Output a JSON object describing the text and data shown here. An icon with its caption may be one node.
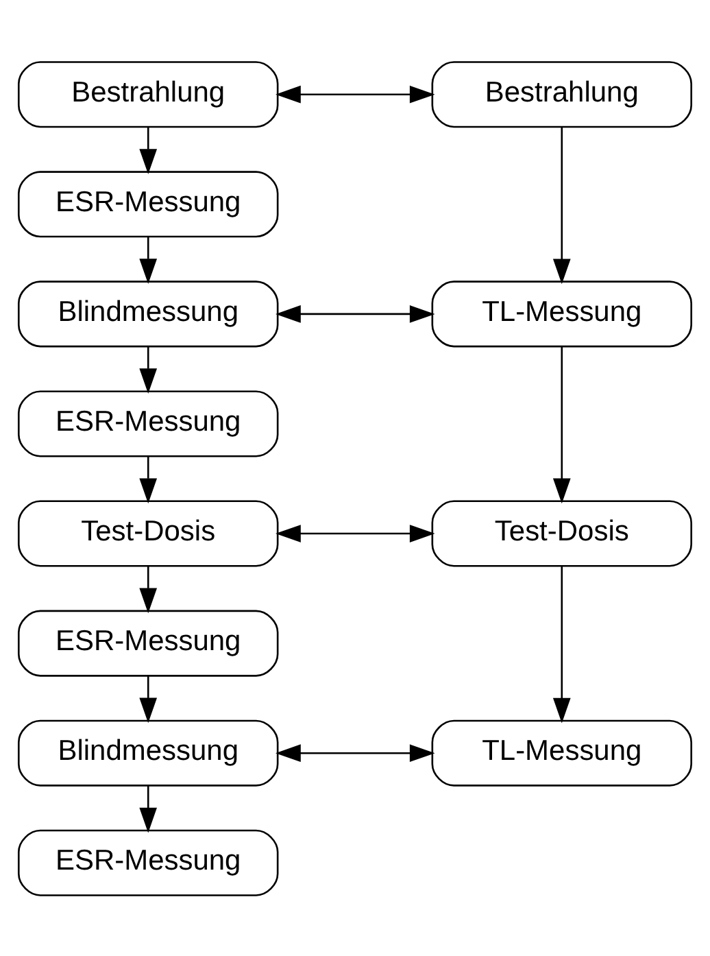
{
  "diagram": {
    "nodes": [
      {
        "text": [
          "Bestrahlung"
        ]
      },
      {
        "text": [
          "ESR-Messung"
        ]
      },
      {
        "text": [
          "Blindmessung"
        ]
      },
      {
        "text": [
          "ESR-Messung"
        ]
      },
      {
        "text": [
          "Test-Dosis"
        ]
      },
      {
        "text": [
          "ESR-Messung"
        ]
      },
      {
        "text": [
          "Blindmessung"
        ]
      },
      {
        "text": [
          "ESR-Messung"
        ]
      },
      {
        "text": [
          "Bestrahlung"
        ]
      },
      {
        "text": [
          "TL-Messung"
        ]
      },
      {
        "text": [
          "Test-Dosis"
        ]
      },
      {
        "text": [
          "TL-Messung"
        ]
      }
    ],
    "edges": [
      {
        "from": 0,
        "to": 8,
        "arrow": "both"
      },
      {
        "from": 0,
        "to": 1,
        "arrow": "to"
      },
      {
        "from": 8,
        "to": 9,
        "arrow": "to"
      },
      {
        "from": 1,
        "to": 2,
        "arrow": "to"
      },
      {
        "from": 2,
        "to": 9,
        "arrow": "both"
      },
      {
        "from": 2,
        "to": 3,
        "arrow": "to"
      },
      {
        "from": 9,
        "to": 10,
        "arrow": "to"
      },
      {
        "from": 3,
        "to": 4,
        "arrow": "to"
      },
      {
        "from": 4,
        "to": 10,
        "arrow": "both"
      },
      {
        "from": 4,
        "to": 5,
        "arrow": "to"
      },
      {
        "from": 10,
        "to": 11,
        "arrow": "to"
      },
      {
        "from": 5,
        "to": 6,
        "arrow": "to"
      },
      {
        "from": 6,
        "to": 11,
        "arrow": "both"
      },
      {
        "from": 6,
        "to": 7,
        "arrow": "to"
      }
    ]
  }
}
